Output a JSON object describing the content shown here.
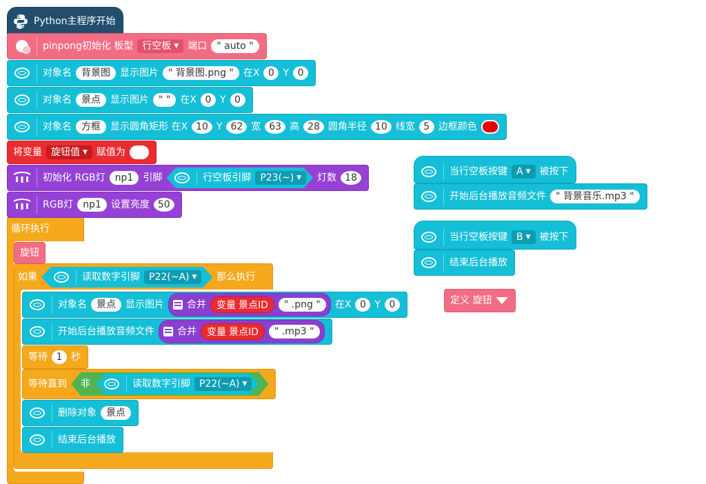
{
  "main": {
    "start": "Python主程序开始",
    "init": {
      "label": "pinpong初始化 板型",
      "board": "行空板",
      "port_label": "端口",
      "port": "\" auto \""
    },
    "bg": {
      "obj_label": "对象名",
      "name": "背景图",
      "show": "显示图片",
      "file": "\" 背景图.png \"",
      "x_label": "在X",
      "x": "0",
      "y_label": "Y",
      "y": "0"
    },
    "spot": {
      "obj_label": "对象名",
      "name": "景点",
      "show": "显示图片",
      "file": "\"  \"",
      "x_label": "在X",
      "x": "0",
      "y_label": "Y",
      "y": "0"
    },
    "rect": {
      "obj_label": "对象名",
      "name": "方框",
      "show": "显示圆角矩形 在X",
      "x": "10",
      "y_label": "Y",
      "y": "62",
      "w_label": "宽",
      "w": "63",
      "h_label": "高",
      "h": "28",
      "r_label": "圆角半径",
      "r": "10",
      "lw_label": "线宽",
      "lw": "5",
      "c_label": "边框颜色",
      "color": "#e60000"
    },
    "setvar": {
      "label": "将变量",
      "var": "旋钮值",
      "assign": "赋值为"
    },
    "rgbinit": {
      "label": "初始化 RGB灯",
      "name": "np1",
      "pin_label": "引脚",
      "board_pin_label": "行空板引脚",
      "pin": "P23(~)",
      "count_label": "灯数",
      "count": "18"
    },
    "rgbbright": {
      "label": "RGB灯",
      "name": "np1",
      "set_label": "设置亮度",
      "value": "50"
    },
    "loop": "循环执行",
    "knob": "旋钮",
    "if": {
      "label": "如果",
      "read_label": "读取数字引脚",
      "pin": "P22(~A)",
      "then": "那么执行"
    },
    "show2": {
      "obj_label": "对象名",
      "name": "景点",
      "show": "显示图片",
      "join": "合并",
      "var_label": "变量",
      "var": "景点ID",
      "ext": "\" .png \"",
      "x_label": "在X",
      "x": "0",
      "y_label": "Y",
      "y": "0"
    },
    "audio": {
      "label": "开始后台播放音频文件",
      "join": "合并",
      "var_label": "变量",
      "var": "景点ID",
      "ext": "\" .mp3 \""
    },
    "wait": {
      "label": "等待",
      "value": "1",
      "unit": "秒"
    },
    "waituntil": {
      "label": "等待直到",
      "not": "非",
      "read_label": "读取数字引脚",
      "pin": "P22(~A)"
    },
    "delete": {
      "label": "删除对象",
      "name": "景点"
    },
    "stopaudio": "结束后台播放"
  },
  "eventA": {
    "label": "当行空板按键",
    "key": "A",
    "pressed": "被按下",
    "play": "开始后台播放音频文件",
    "file": "\" 背景音乐.mp3 \""
  },
  "eventB": {
    "label": "当行空板按键",
    "key": "B",
    "pressed": "被按下",
    "stop": "结束后台播放"
  },
  "define": {
    "label": "定义 旋钮"
  },
  "colors": {
    "cyan": "#14bfd7",
    "pink": "#f26d83",
    "red": "#ea2b30",
    "purple": "#9541d6",
    "orange": "#f6a81c",
    "navy": "#214e6c",
    "green": "#4fb451"
  }
}
